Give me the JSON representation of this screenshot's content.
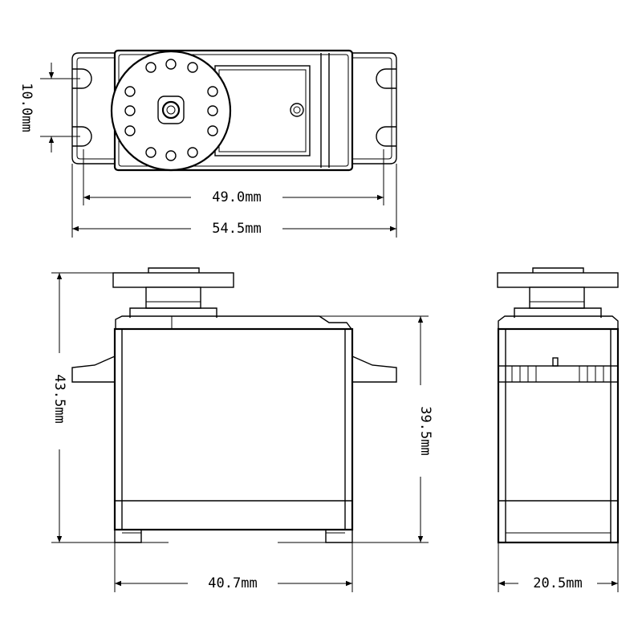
{
  "dimensions": {
    "mount_hole_spacing": "10.0mm",
    "hole_span": "49.0mm",
    "overall_width": "54.5mm",
    "overall_height": "43.5mm",
    "body_height": "39.5mm",
    "body_width": "40.7mm",
    "body_depth": "20.5mm"
  },
  "colors": {
    "line": "#000000",
    "background": "#ffffff"
  }
}
